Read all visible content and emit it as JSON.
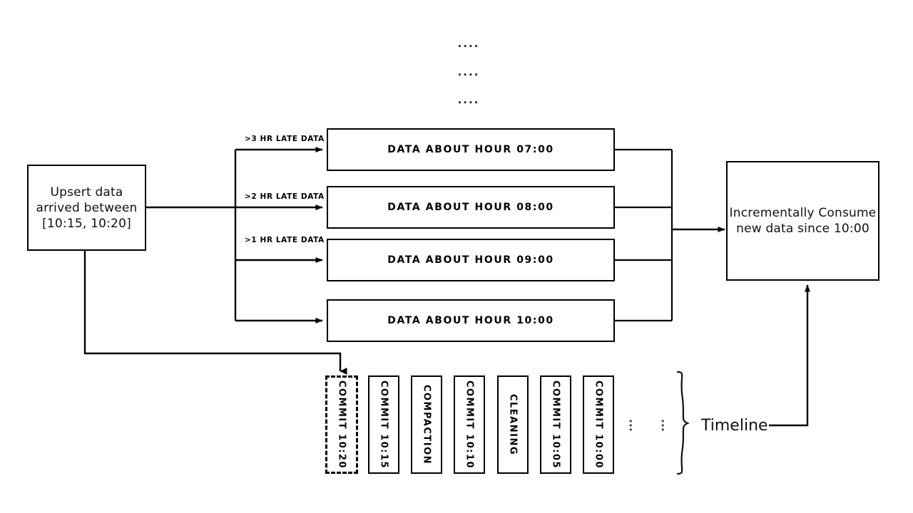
{
  "diagram": {
    "title_text": "",
    "source_box": {
      "lines": [
        "Upsert data",
        "arrived between",
        "[10:15, 10:20]"
      ]
    },
    "consume_box": {
      "lines": [
        "Incrementally Consume",
        "new data since 10:00"
      ]
    },
    "ellipsis_rows": [
      "....",
      "....",
      "...."
    ],
    "late_labels": [
      ">3 HR LATE DATA",
      ">2 HR LATE DATA",
      ">1 HR LATE DATA"
    ],
    "hour_boxes": [
      {
        "label": "DATA ABOUT HOUR 07:00"
      },
      {
        "label": "DATA ABOUT HOUR 08:00"
      },
      {
        "label": "DATA ABOUT HOUR 09:00"
      },
      {
        "label": "DATA ABOUT HOUR 10:00"
      }
    ],
    "timeline": {
      "bracket_label": "Timeline",
      "ellipsis_marks": [
        "⋮",
        "⋮"
      ],
      "entries": [
        {
          "label": "COMMIT 10:20",
          "style": "dashed"
        },
        {
          "label": "COMMIT 10:15",
          "style": "solid"
        },
        {
          "label": "COMPACTION",
          "style": "solid"
        },
        {
          "label": "COMMIT 10:10",
          "style": "solid"
        },
        {
          "label": "CLEANING",
          "style": "solid"
        },
        {
          "label": "COMMIT 10:05",
          "style": "solid"
        },
        {
          "label": "COMMIT 10:00",
          "style": "solid"
        }
      ]
    },
    "colors": {
      "stroke": "#000000",
      "background": "#ffffff",
      "text": "#111111"
    }
  }
}
